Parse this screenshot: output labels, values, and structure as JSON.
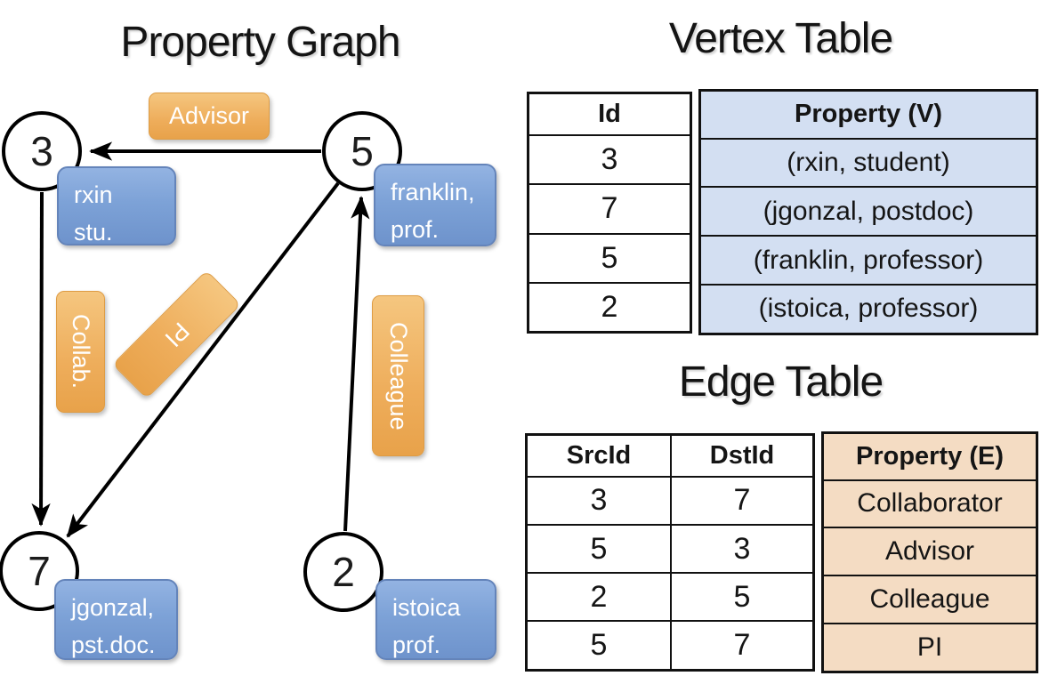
{
  "graph": {
    "title": "Property Graph",
    "nodes": {
      "n3": {
        "id": "3",
        "label_line1": "rxin",
        "label_line2": "stu."
      },
      "n5": {
        "id": "5",
        "label_line1": "franklin,",
        "label_line2": "prof."
      },
      "n7": {
        "id": "7",
        "label_line1": "jgonzal,",
        "label_line2": "pst.doc."
      },
      "n2": {
        "id": "2",
        "label_line1": "istoica",
        "label_line2": "prof."
      }
    },
    "edge_labels": {
      "advisor": "Advisor",
      "collab": "Collab.",
      "pi": "PI",
      "colleague": "Colleague"
    }
  },
  "vertex_table": {
    "title": "Vertex Table",
    "columns": {
      "id": "Id",
      "property": "Property (V)"
    },
    "rows": [
      {
        "id": "3",
        "property": "(rxin, student)"
      },
      {
        "id": "7",
        "property": "(jgonzal, postdoc)"
      },
      {
        "id": "5",
        "property": "(franklin, professor)"
      },
      {
        "id": "2",
        "property": "(istoica, professor)"
      }
    ]
  },
  "edge_table": {
    "title": "Edge Table",
    "columns": {
      "src": "SrcId",
      "dst": "DstId",
      "property": "Property (E)"
    },
    "rows": [
      {
        "src": "3",
        "dst": "7",
        "property": "Collaborator"
      },
      {
        "src": "5",
        "dst": "3",
        "property": "Advisor"
      },
      {
        "src": "2",
        "dst": "5",
        "property": "Colleague"
      },
      {
        "src": "5",
        "dst": "7",
        "property": "PI"
      }
    ]
  },
  "colors": {
    "vertex_property_fill": "#d3dff2",
    "edge_property_fill": "#f4dcc3",
    "edge_label_orange_top": "#f5c67f",
    "edge_label_orange_bottom": "#e8a24a",
    "vertex_label_blue_top": "#93b3e2",
    "vertex_label_blue_bottom": "#6e93cc",
    "line_color": "#000000"
  }
}
